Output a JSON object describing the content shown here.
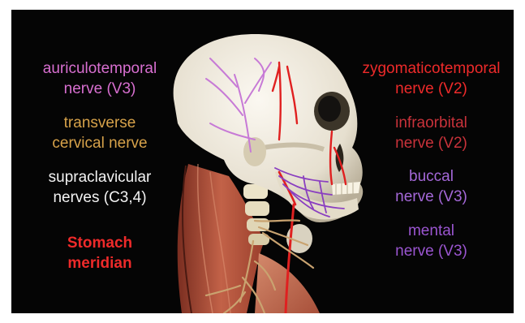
{
  "labels": {
    "auriculotemporal": {
      "line1": "auriculotemporal",
      "line2": "nerve (V3)",
      "color": "#d86fd0"
    },
    "transverse_cervical": {
      "line1": "transverse",
      "line2": "cervical nerve",
      "color": "#d7a24a"
    },
    "supraclavicular": {
      "line1": "supraclavicular",
      "line2": "nerves (C3,4)",
      "color": "#f2f2f2"
    },
    "stomach_meridian": {
      "line1": "Stomach",
      "line2": "meridian",
      "color": "#ee2a2a"
    },
    "zygomaticotemporal": {
      "line1": "zygomaticotemporal",
      "line2": "nerve (V2)",
      "color": "#ee2a2a"
    },
    "infraorbital": {
      "line1": "infraorbital",
      "line2": "nerve (V2)",
      "color": "#c8323a"
    },
    "buccal": {
      "line1": "buccal",
      "line2": "nerve (V3)",
      "color": "#a468d8"
    },
    "mental": {
      "line1": "mental",
      "line2": "nerve (V3)",
      "color": "#9a55d0"
    }
  },
  "colors": {
    "background": "#050505",
    "bone": "#ebe6d9",
    "muscle": "#b4553f",
    "red_line": "#e02020",
    "purple_line": "#8a3fc0",
    "tan_line": "#c9a370"
  }
}
